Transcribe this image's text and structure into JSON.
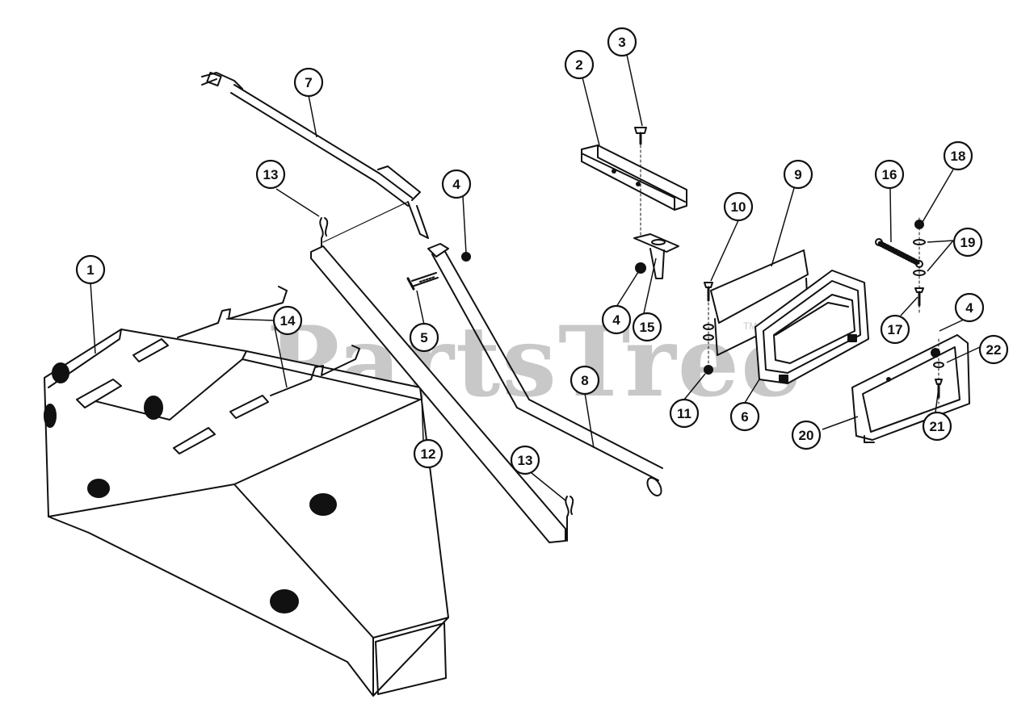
{
  "watermark": {
    "text": "PartsTree",
    "tm": "TM",
    "color": "#c8c8c8"
  },
  "colors": {
    "ink": "#111111",
    "paper": "#ffffff"
  },
  "callouts": [
    {
      "id": "c1",
      "label": "1"
    },
    {
      "id": "c2",
      "label": "2"
    },
    {
      "id": "c3",
      "label": "3"
    },
    {
      "id": "c4a",
      "label": "4"
    },
    {
      "id": "c4b",
      "label": "4"
    },
    {
      "id": "c4c",
      "label": "4"
    },
    {
      "id": "c5",
      "label": "5"
    },
    {
      "id": "c6",
      "label": "6"
    },
    {
      "id": "c7",
      "label": "7"
    },
    {
      "id": "c8",
      "label": "8"
    },
    {
      "id": "c9",
      "label": "9"
    },
    {
      "id": "c10",
      "label": "10"
    },
    {
      "id": "c11",
      "label": "11"
    },
    {
      "id": "c12",
      "label": "12"
    },
    {
      "id": "c13a",
      "label": "13"
    },
    {
      "id": "c13b",
      "label": "13"
    },
    {
      "id": "c14",
      "label": "14"
    },
    {
      "id": "c15",
      "label": "15"
    },
    {
      "id": "c16",
      "label": "16"
    },
    {
      "id": "c17",
      "label": "17"
    },
    {
      "id": "c18",
      "label": "18"
    },
    {
      "id": "c19",
      "label": "19"
    },
    {
      "id": "c20",
      "label": "20"
    },
    {
      "id": "c21",
      "label": "21"
    },
    {
      "id": "c22",
      "label": "22"
    }
  ]
}
